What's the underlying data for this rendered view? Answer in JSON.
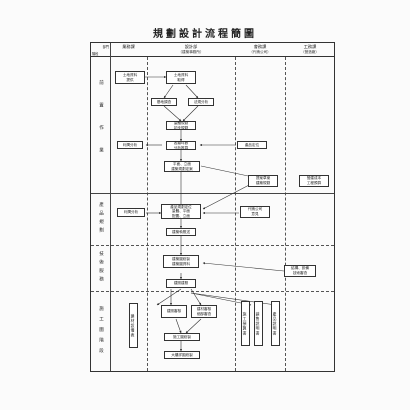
{
  "title": "規劃設計流程簡圖",
  "corner": {
    "top": "部門",
    "bottom": "階段"
  },
  "columns": [
    {
      "name": "業務課",
      "sub": ""
    },
    {
      "name": "設計部",
      "sub": "（建築事務所）"
    },
    {
      "name": "會務課",
      "sub": "（代銷公司）"
    },
    {
      "name": "工務課",
      "sub": "（營造廠）"
    }
  ],
  "stages": [
    {
      "label": "前置作業"
    },
    {
      "label": "產品規劃"
    },
    {
      "label": "技術服務"
    },
    {
      "label": "施工圖階段"
    }
  ],
  "boxes": {
    "b_supply": [
      "土地資料",
      "提供"
    ],
    "b_get": [
      "土地資料",
      "取得"
    ],
    "b_survey": [
      "基地調查"
    ],
    "b_regulation": [
      "法規分析"
    ],
    "b_scale": [
      "量體規劃",
      "初步規劃"
    ],
    "b_assess": [
      "各類坪數",
      "分析推算"
    ],
    "b_profit": [
      "利潤分析"
    ],
    "b_market": [
      "產品定位"
    ],
    "b_plan": [
      "平面、立面",
      "建築規劃定案"
    ],
    "b_proposal": [
      "提案草案",
      "建築規劃"
    ],
    "b_cost": [
      "營建成本",
      "工程預算"
    ],
    "b_sales": [
      "利潤分析"
    ],
    "b_design": [
      "產品規劃定位",
      "量體、平面",
      "配置、立面"
    ],
    "b_agent": [
      "代銷公司",
      "意見"
    ],
    "b_permit": [
      "建築執照送"
    ],
    "b_drawings": [
      "建築圖繪製",
      "建築圖資料"
    ],
    "b_consult": [
      "結構、設備",
      "技術審查"
    ],
    "b_final": [
      "建照建照"
    ],
    "b_review": [
      "建照審核"
    ],
    "b_material": [
      "建材審核",
      "細部審查"
    ],
    "b_construct": [
      "施工圖繪製"
    ],
    "b_bid": [
      "大樓詳圖繪製"
    ]
  },
  "vboxes": {
    "v_sales": "建材設備表",
    "v_cost": "施工預算書",
    "v_spec": "銷售說明書",
    "v_prod": "產品說明書"
  }
}
